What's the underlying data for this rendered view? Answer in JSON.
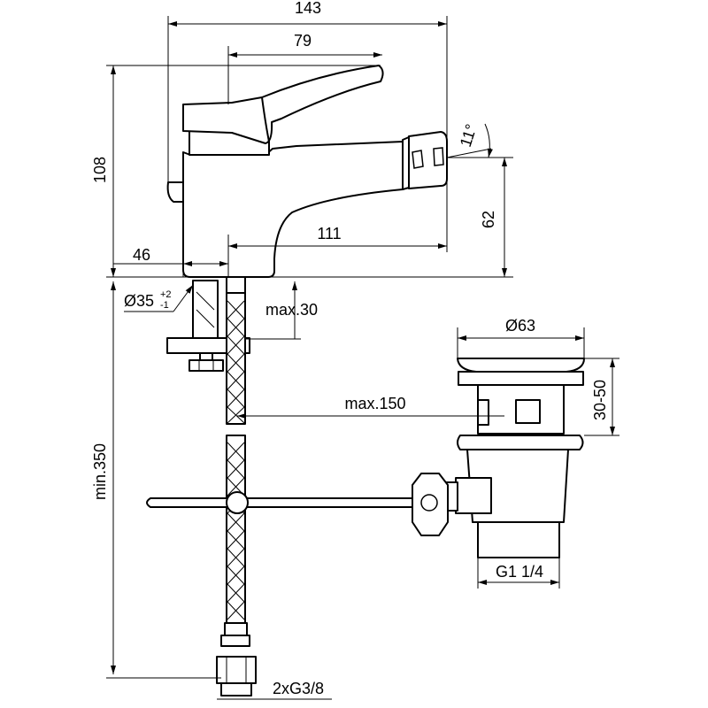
{
  "drawing": {
    "dimensions": {
      "overall_width": "143",
      "lever_width": "79",
      "height": "108",
      "spout_angle": "11°",
      "spout_height": "62",
      "spout_reach": "111",
      "body_offset": "46",
      "hole_diameter": "Ø35",
      "hole_tol_plus": "+2",
      "hole_tol_minus": "-1",
      "max_deck": "max.30",
      "waste_diameter": "Ø63",
      "waste_depth": "30-50",
      "rod_length": "max.150",
      "hose_length": "min.350",
      "waste_thread": "G1 1/4",
      "hose_thread": "2xG3/8"
    }
  }
}
